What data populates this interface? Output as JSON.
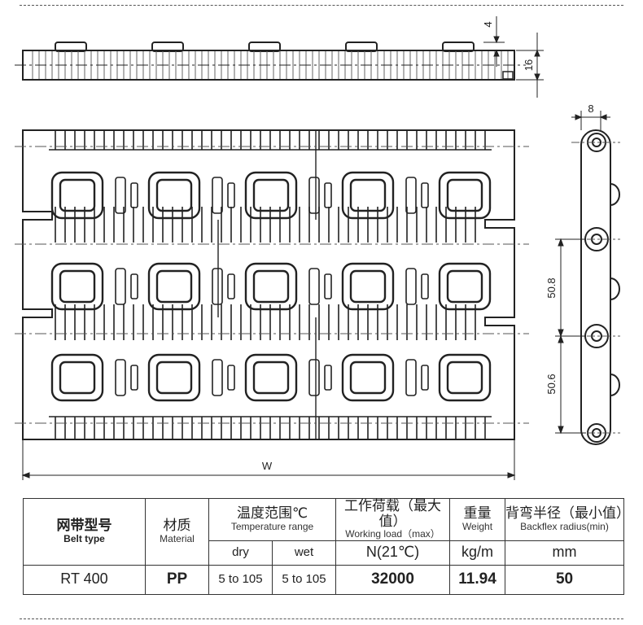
{
  "dimensions": {
    "pitch_top": "4",
    "thickness": "16",
    "width_side": "8",
    "pitch_1": "50.8",
    "pitch_2": "50.6",
    "width": "W"
  },
  "table": {
    "model_cn": "网带型号",
    "model_en": "Belt type",
    "material_cn": "材质",
    "material_en": "Material",
    "temp_cn": "温度范围℃",
    "temp_en": "Temperature range",
    "load_cn": "工作荷载（最大值）",
    "load_en": "Working load（max）",
    "weight_cn": "重量",
    "weight_en": "Weight",
    "radius_cn": "背弯半径（最小值）",
    "radius_en": "Backflex radius(min)",
    "dry_label": "dry",
    "wet_label": "wet",
    "load_unit": "N(21℃)",
    "weight_unit": "kg/m",
    "radius_unit": "mm",
    "row": {
      "model": "RT 400",
      "material": "PP",
      "dry": "5 to 105",
      "wet": "5 to 105",
      "load": "32000",
      "weight": "11.94",
      "radius": "50"
    }
  }
}
